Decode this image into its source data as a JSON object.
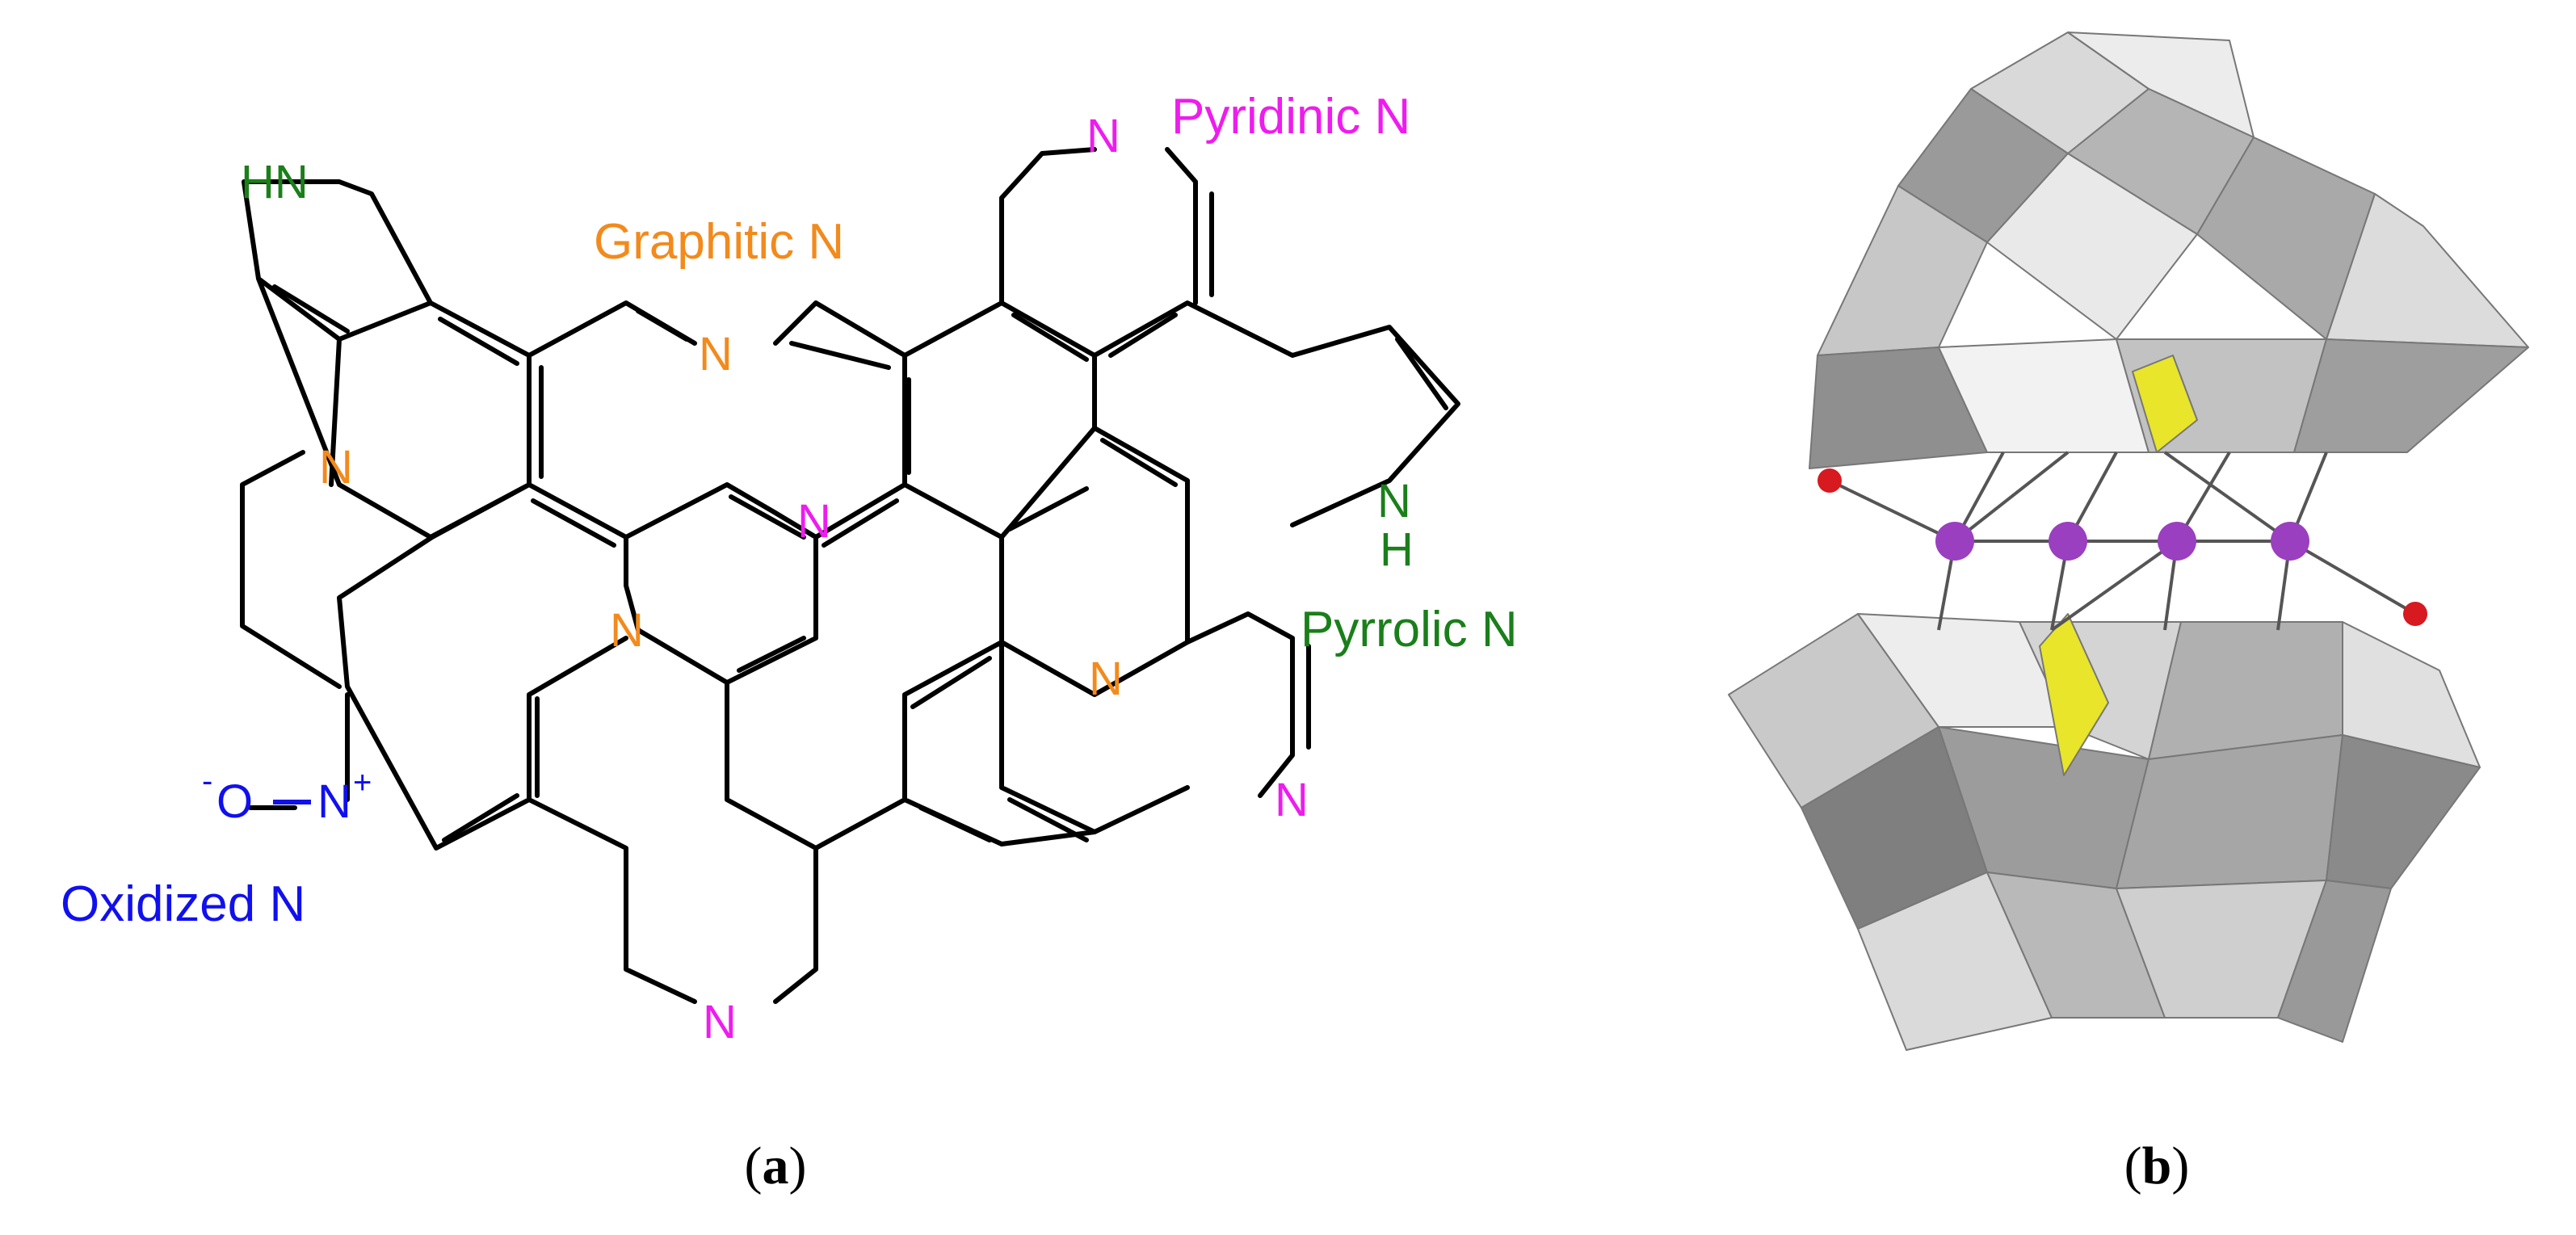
{
  "panel_a": {
    "labels": {
      "pyridinic": "Pyridinic N",
      "graphitic": "Graphitic N",
      "pyrrolic": "Pyrrolic N",
      "oxidized": "Oxidized N"
    },
    "atoms": {
      "n": "N",
      "hn": "HN",
      "nh_n": "N",
      "nh_h": "H",
      "oxide_o": "O",
      "oxide_n": "N",
      "minus": "-",
      "plus": "+"
    },
    "colors": {
      "pyridinic": "#ee1cee",
      "graphitic": "#f28a1c",
      "pyrrolic": "#1a7f1a",
      "oxidized": "#1010ee",
      "bond": "#000000"
    }
  },
  "panel_b": {
    "colors": {
      "polyhedra_light": "#e6e6e6",
      "polyhedra_mid": "#bdbdbd",
      "polyhedra_dark": "#8c8c8c",
      "heteroatom": "#e8e52a",
      "metal_atom": "#9a3fbf",
      "oxygen_atom": "#d71920"
    }
  },
  "captions": {
    "a_open": "(",
    "a_letter": "a",
    "a_close": ")",
    "b_open": "(",
    "b_letter": "b",
    "b_close": ")"
  }
}
